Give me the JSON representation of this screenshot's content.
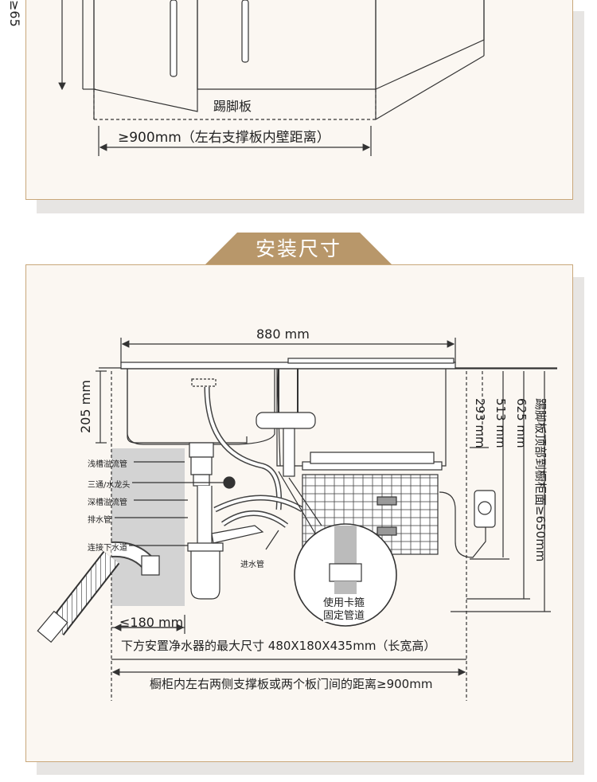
{
  "top_section": {
    "height_label": "≥65",
    "kickboard_label": "踢脚板",
    "width_label": "≥900mm（左右支撑板内壁距离）"
  },
  "section_title": "安装尺寸",
  "diagram": {
    "sink_width": "880 mm",
    "sink_depth": "205 mm",
    "height_1": "293 mm",
    "height_2": "513 mm",
    "height_3": "625 mm",
    "height_total": "踢脚板顶部到橱柜面≥650mm",
    "parts": {
      "shallow_overflow": "浅槽溢流管",
      "tee_faucet": "三通/水龙头",
      "deep_overflow": "深槽溢流管",
      "drain_pipe": "排水管",
      "connect_sewer": "连接下水道",
      "inlet_pipe": "进水管",
      "clamp_note_1": "使用卡箍",
      "clamp_note_2": "固定管道"
    },
    "side_clearance": "≤180 mm",
    "purifier_max": "下方安置净水器的最大尺寸 480X180X435mm（长宽高）",
    "cabinet_width": "橱柜内左右两侧支撑板或两个板门间的距离≥900mm"
  },
  "colors": {
    "panel_border": "#c9a77a",
    "banner": "#b8976a",
    "line": "#333333"
  }
}
